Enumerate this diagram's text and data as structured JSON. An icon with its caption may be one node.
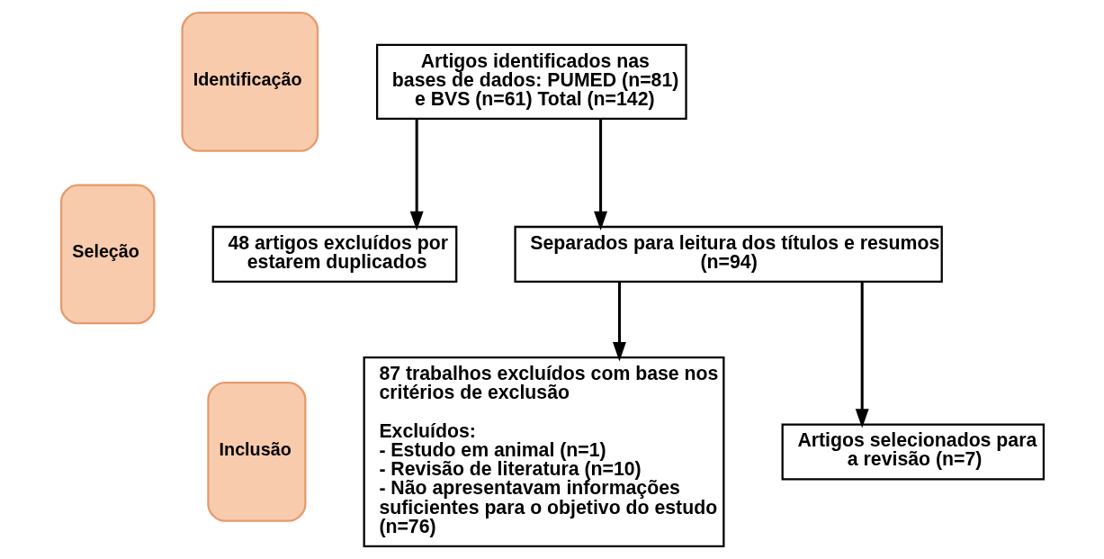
{
  "diagram": {
    "nodes": [
      {
        "text": [
          "Identificação"
        ]
      },
      {
        "text": [
          "Seleção"
        ]
      },
      {
        "text": [
          "Inclusão"
        ]
      },
      {
        "text": [
          "Artigos identificados nas bases de dados: PUMED (n=81) e BVS (n=61) Total (n=142)"
        ]
      },
      {
        "text": [
          "48 artigos excluídos por estarem duplicados"
        ]
      },
      {
        "text": [
          "Separados para leitura dos títulos e resumos (n=94)"
        ]
      },
      {
        "text": [
          "87 trabalhos excluídos com base nos critérios de exclusão",
          "Excluídos:",
          "- Estudo em animal (n=1)",
          "- Revisão de literatura (n=10)",
          "- Não apresentavam informações suficientes para o objetivo do estudo (n=76)"
        ]
      },
      {
        "text": [
          "Artigos selecionados para a revisão (n=7)"
        ]
      }
    ],
    "edges": [
      {
        "from": 3,
        "to": 5,
        "arrow": "to"
      },
      {
        "from": 3,
        "to": 4,
        "arrow": "to"
      },
      {
        "from": 5,
        "to": 7,
        "arrow": "to"
      },
      {
        "from": 5,
        "to": 6,
        "arrow": "to"
      }
    ]
  }
}
